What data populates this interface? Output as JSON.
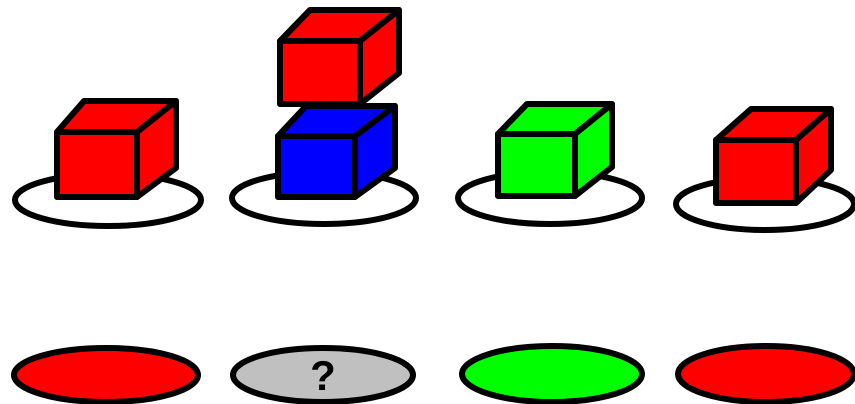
{
  "colors": {
    "red": "#ff0000",
    "blue": "#0000ff",
    "green": "#00ff00",
    "gray": "#c0c0c0",
    "outline": "#000000",
    "plate": "#ffffff"
  },
  "columns": [
    {
      "blocks": [
        "red"
      ],
      "answer_color": "red",
      "answer_text": ""
    },
    {
      "blocks": [
        "blue",
        "red"
      ],
      "answer_color": "gray",
      "answer_text": "?"
    },
    {
      "blocks": [
        "green"
      ],
      "answer_color": "green",
      "answer_text": ""
    },
    {
      "blocks": [
        "red"
      ],
      "answer_color": "red",
      "answer_text": ""
    }
  ]
}
